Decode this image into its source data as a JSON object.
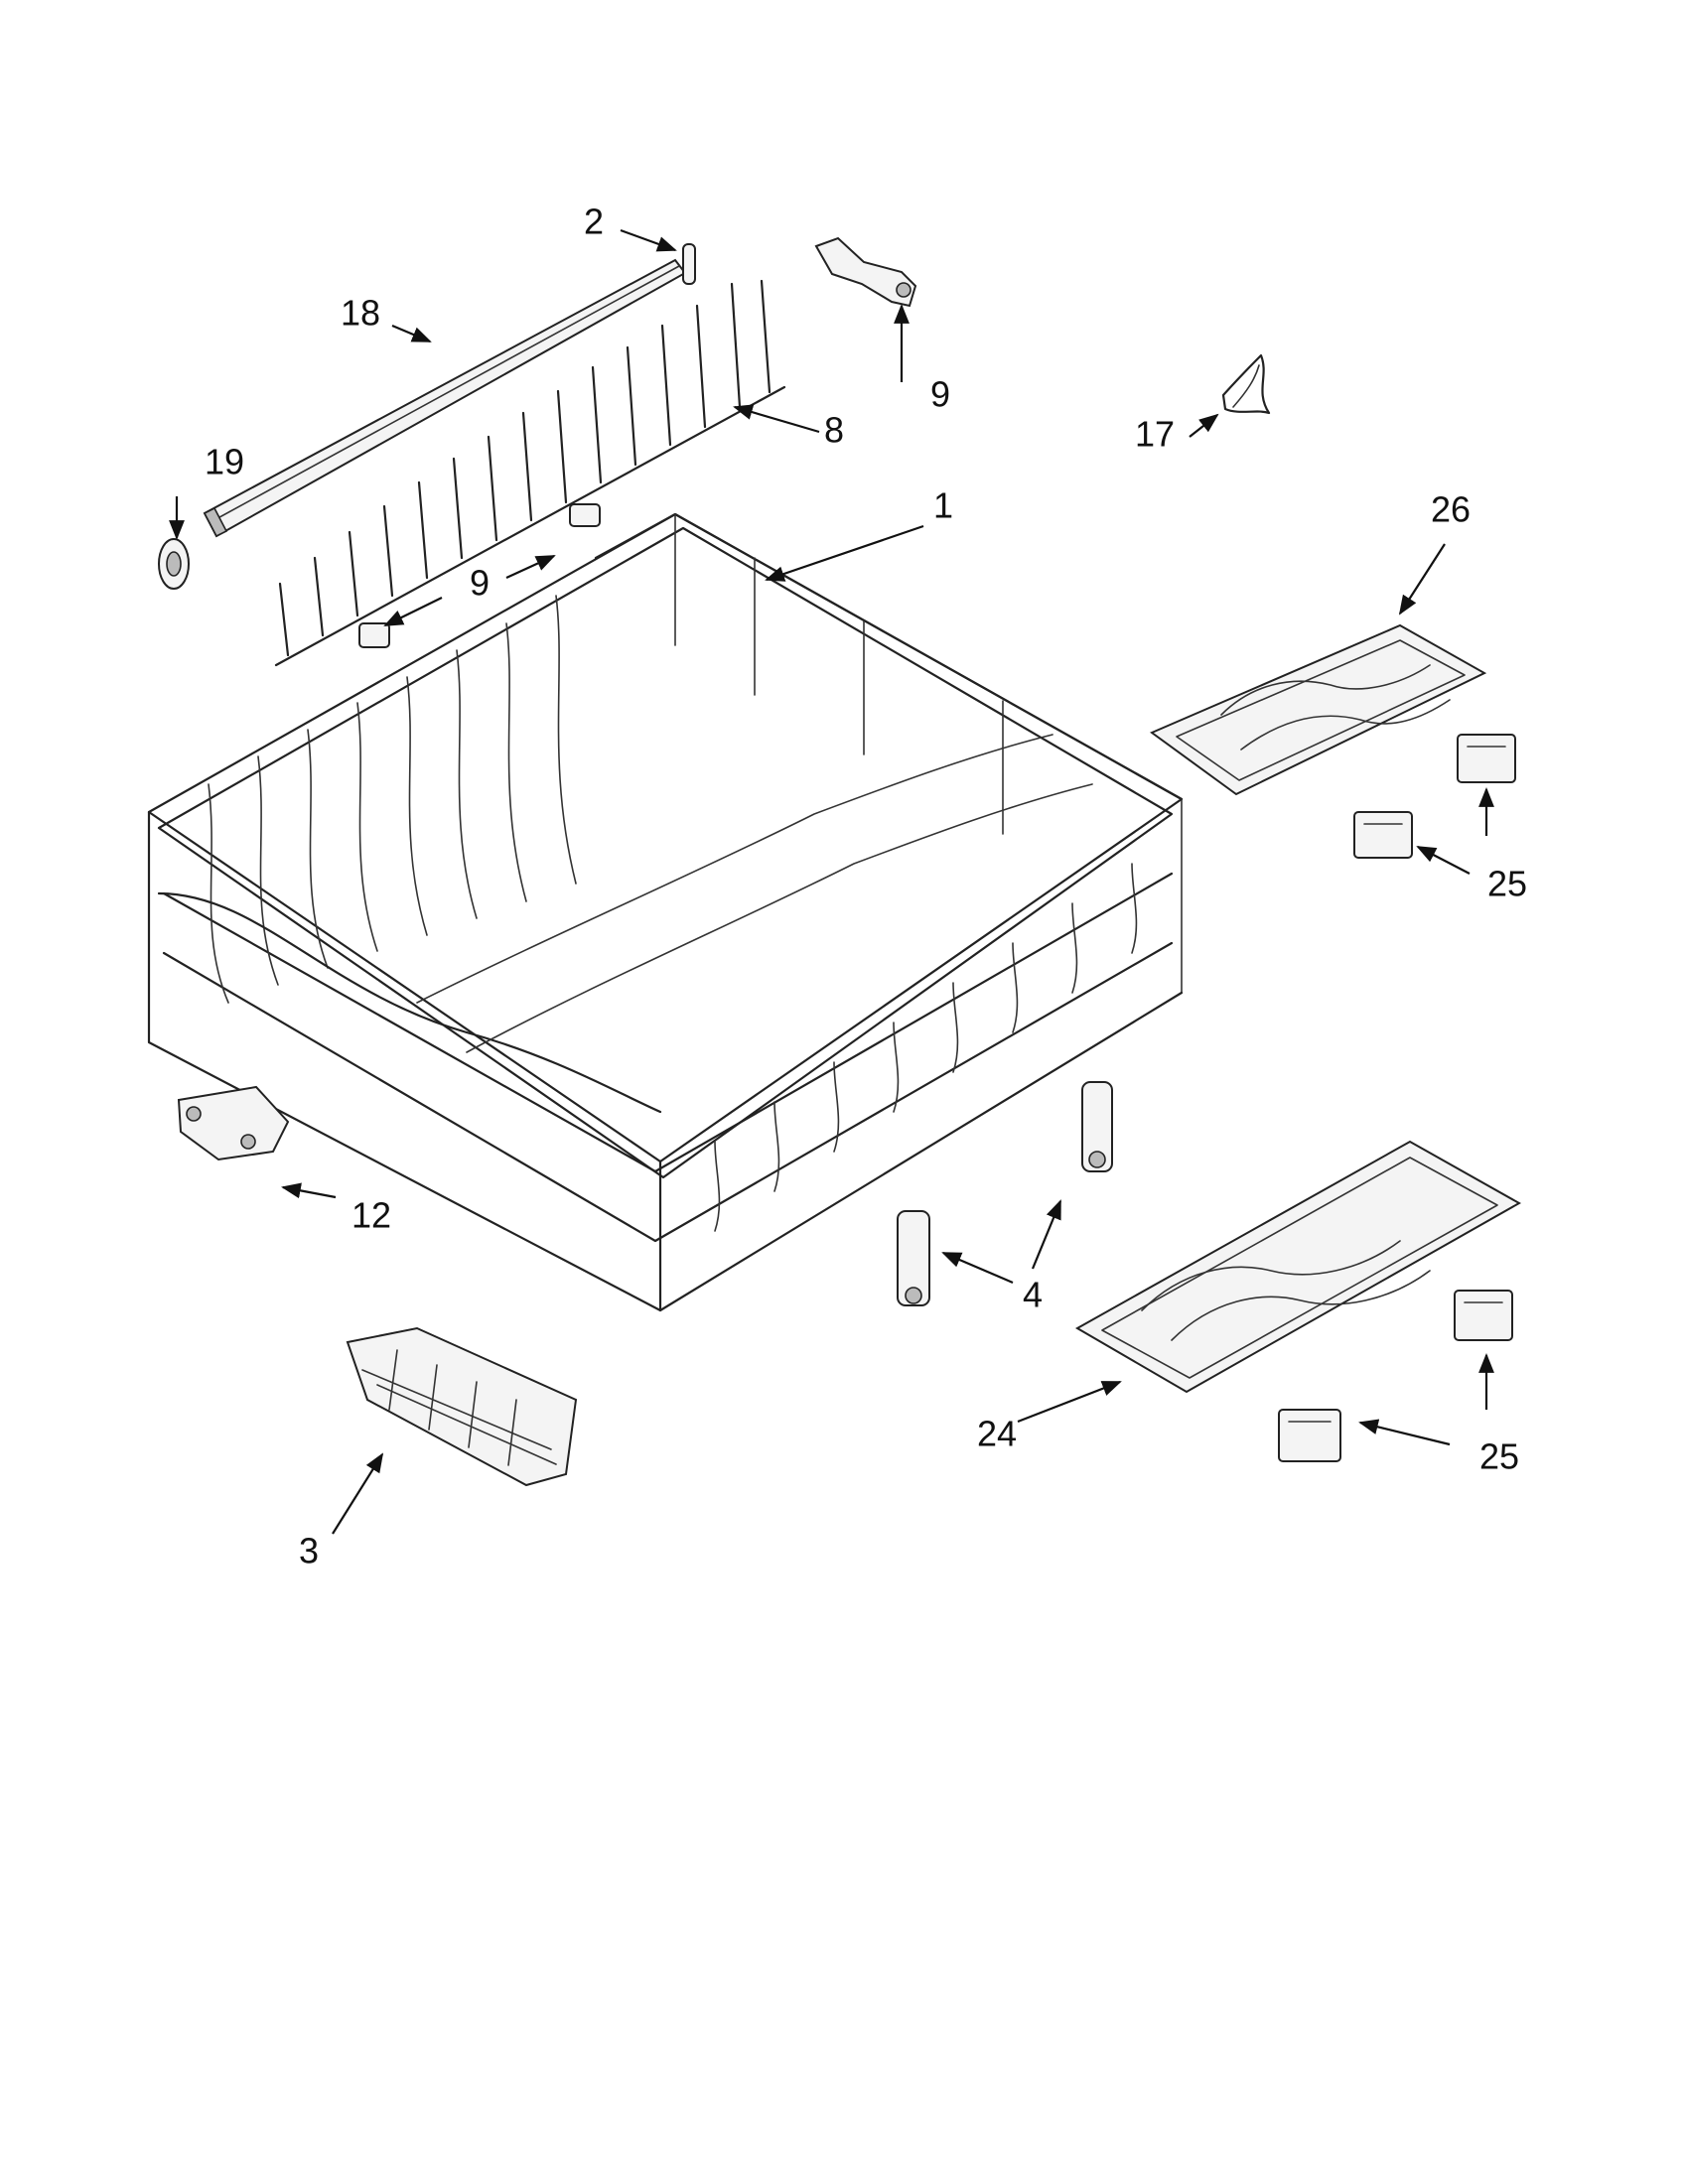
{
  "callouts": {
    "c1": "1",
    "c2": "2",
    "c3": "3",
    "c4": "4",
    "c8": "8",
    "c9a": "9",
    "c9b": "9",
    "c12": "12",
    "c17": "17",
    "c18": "18",
    "c19": "19",
    "c24": "24",
    "c25a": "25",
    "c25b": "25",
    "c26": "26"
  },
  "colors": {
    "ink": "#222222",
    "paper": "#ffffff"
  }
}
